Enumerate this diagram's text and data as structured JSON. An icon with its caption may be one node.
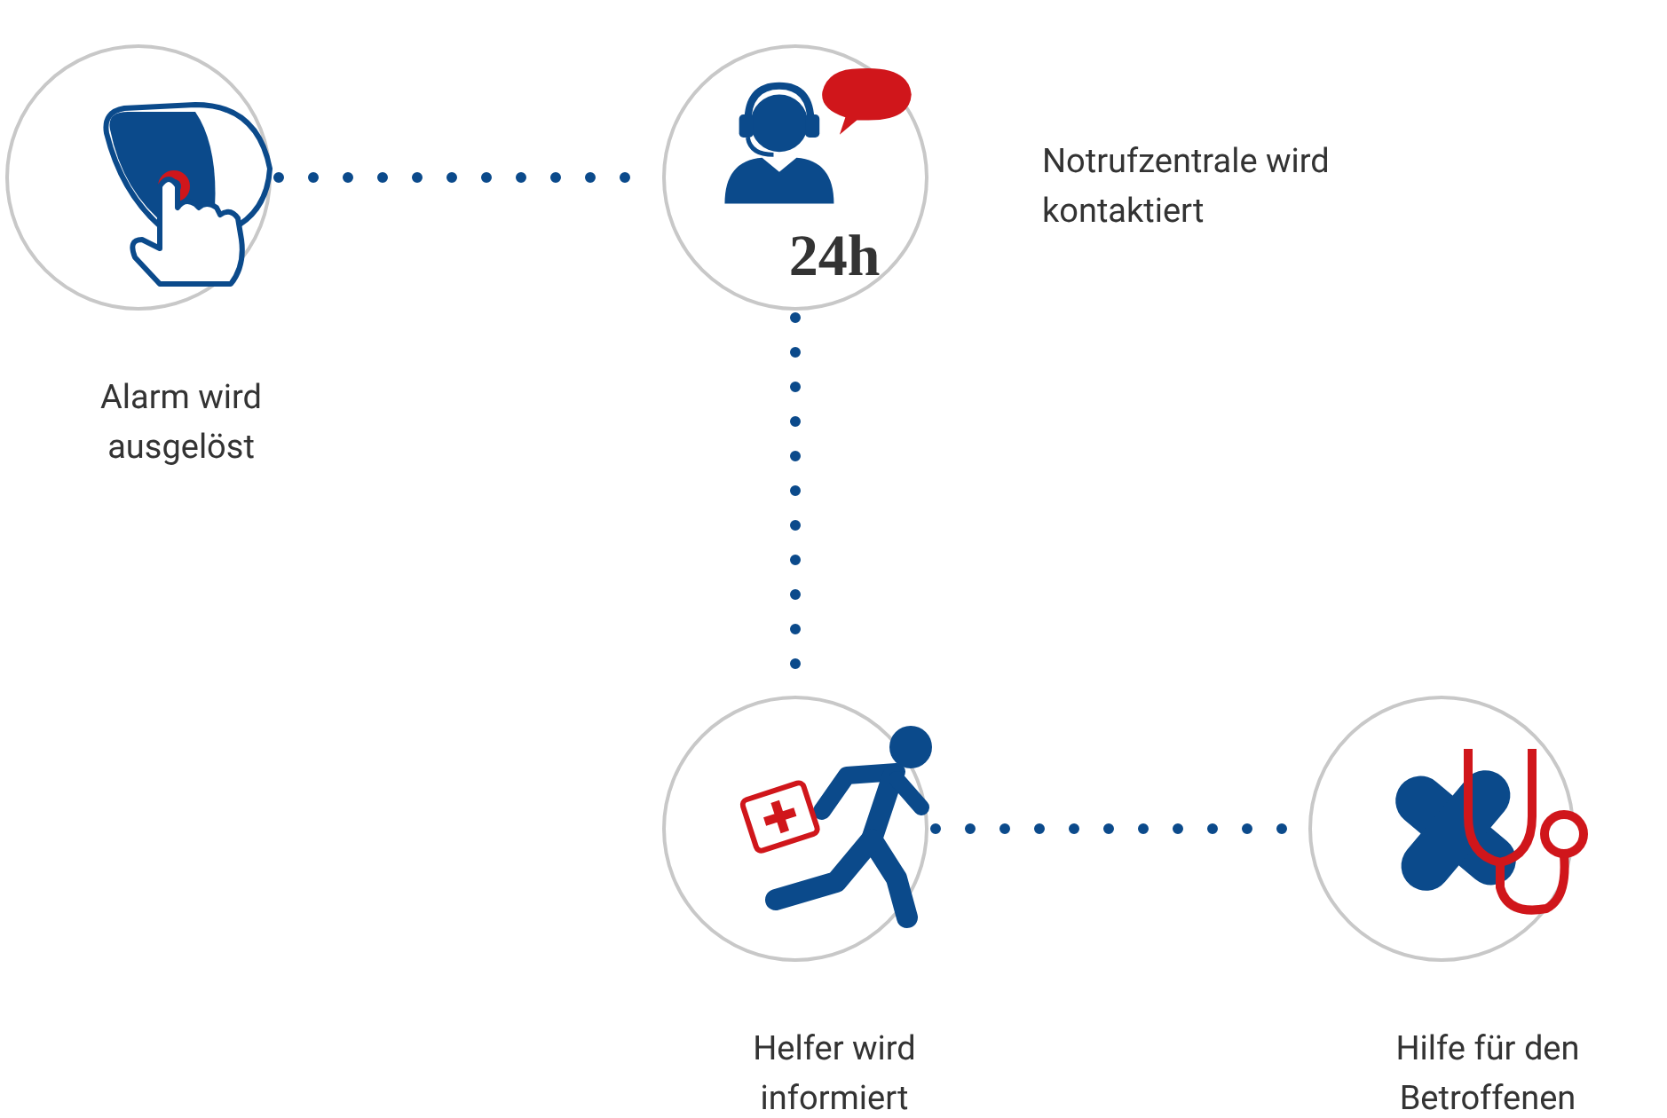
{
  "diagram": {
    "nodes": [
      {
        "text": [
          "Alarm wird ausgelöst"
        ]
      },
      {
        "text": [
          "24h"
        ],
        "beside": [
          "Notrufzentrale wird kontaktiert"
        ]
      },
      {
        "text": [
          "Helfer wird informiert"
        ]
      },
      {
        "text": [
          "Hilfe für den Betroffenen"
        ]
      }
    ],
    "edges": [
      {
        "from": 0,
        "to": 1,
        "arrow": "none"
      },
      {
        "from": 1,
        "to": 2,
        "arrow": "none"
      },
      {
        "from": 2,
        "to": 3,
        "arrow": "none"
      }
    ]
  }
}
